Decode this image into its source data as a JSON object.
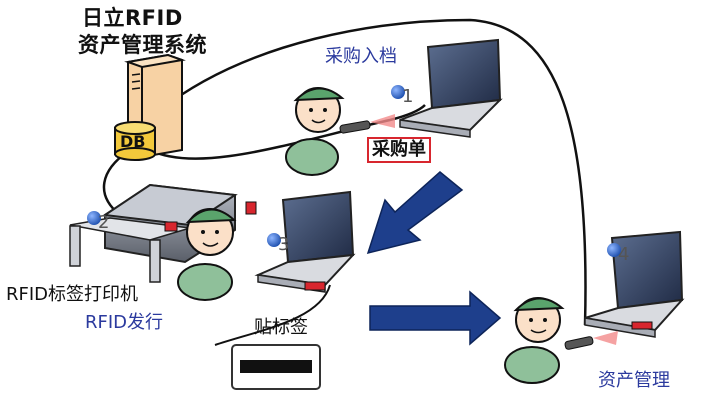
{
  "system": {
    "title_line1": "日立RFID",
    "title_line2": "资产管理系统",
    "db_label": "DB"
  },
  "labels": {
    "purchase_entry": "采购入档",
    "purchase_form": "采购单",
    "printer": "RFID标签打印机",
    "rfid_issue": "RFID发行",
    "attach_tag": "贴标签",
    "asset_management": "资产管理"
  },
  "steps": [
    "1",
    "2",
    "3",
    "4"
  ],
  "colors": {
    "label_blue": "#2b3a9e",
    "arrow_blue": "#1e3f8c",
    "tag_red": "#d8262e",
    "uniform_green": "#8fc09a",
    "cap_green": "#5aa36c",
    "server_tan": "#f7d2a4",
    "db_gold": "#f3c93b",
    "step_ball": "#2f66c6"
  }
}
